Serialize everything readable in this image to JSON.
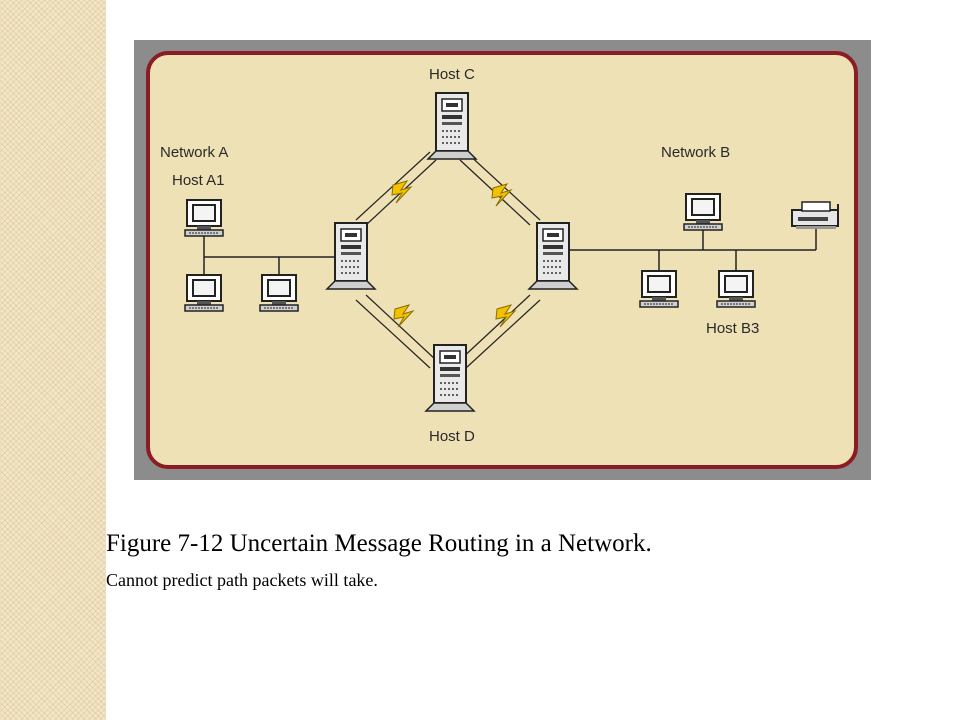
{
  "diagram": {
    "labels": {
      "network_a": "Network A",
      "host_a1": "Host A1",
      "host_c": "Host C",
      "host_d": "Host D",
      "network_b": "Network B",
      "host_b3": "Host B3"
    },
    "colors": {
      "frame_gray": "#8c8c8c",
      "panel_beige": "#ede1b5",
      "border_maroon": "#8c1c24",
      "lightning_yellow": "#f2c200"
    }
  },
  "caption": {
    "title": "Figure 7-12  Uncertain Message Routing in a Network.",
    "subtitle": "Cannot predict path packets will take."
  }
}
